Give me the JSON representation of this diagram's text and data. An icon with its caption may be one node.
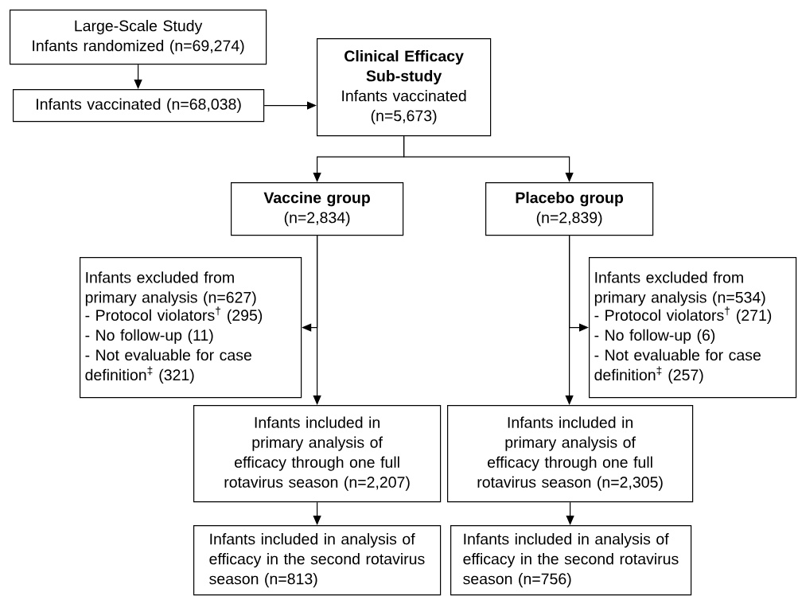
{
  "diagram": {
    "nodes": [
      {
        "text": [
          "Large-Scale Study",
          "Infants randomized (n=69,274)"
        ]
      },
      {
        "text": [
          "Infants vaccinated (n=68,038)"
        ]
      },
      {
        "text": [
          "Clinical Efficacy Sub-study",
          "Infants vaccinated (n=5,673)"
        ]
      },
      {
        "text": [
          "Vaccine group",
          "(n=2,834)"
        ]
      },
      {
        "text": [
          "Placebo group",
          "(n=2,839)"
        ]
      },
      {
        "text": [
          "Infants excluded from primary analysis (n=627)",
          "- Protocol violators$^{†}$ (295)",
          "- No follow-up (11)",
          "- Not evaluable for case definition$^{‡}$ (321)"
        ]
      },
      {
        "text": [
          "Infants excluded from primary analysis (n=534)",
          "- Protocol violators$^{†}$ (271)",
          "- No follow-up (6)",
          "- Not evaluable for case definition$^{‡}$ (257)"
        ]
      },
      {
        "text": [
          "Infants included in primary analysis of efficacy through one full rotavirus season (n=2,207)"
        ]
      },
      {
        "text": [
          "Infants included in primary analysis of efficacy through one full rotavirus season (n=2,305)"
        ]
      },
      {
        "text": [
          "Infants included in analysis of efficacy in the second rotavirus season (n=813)"
        ]
      },
      {
        "text": [
          "Infants included in analysis of efficacy in the second rotavirus season (n=756)"
        ]
      }
    ],
    "edges": [
      {
        "from": 0,
        "to": 1,
        "arrow": "to"
      },
      {
        "from": 1,
        "to": 2,
        "arrow": "to"
      },
      {
        "from": 2,
        "to": 3,
        "arrow": "to"
      },
      {
        "from": 2,
        "to": 4,
        "arrow": "to"
      },
      {
        "from": 3,
        "to": 5,
        "arrow": "to"
      },
      {
        "from": 3,
        "to": 7,
        "arrow": "to"
      },
      {
        "from": 4,
        "to": 6,
        "arrow": "to"
      },
      {
        "from": 4,
        "to": 8,
        "arrow": "to"
      },
      {
        "from": 7,
        "to": 9,
        "arrow": "to"
      },
      {
        "from": 8,
        "to": 10,
        "arrow": "to"
      }
    ]
  }
}
